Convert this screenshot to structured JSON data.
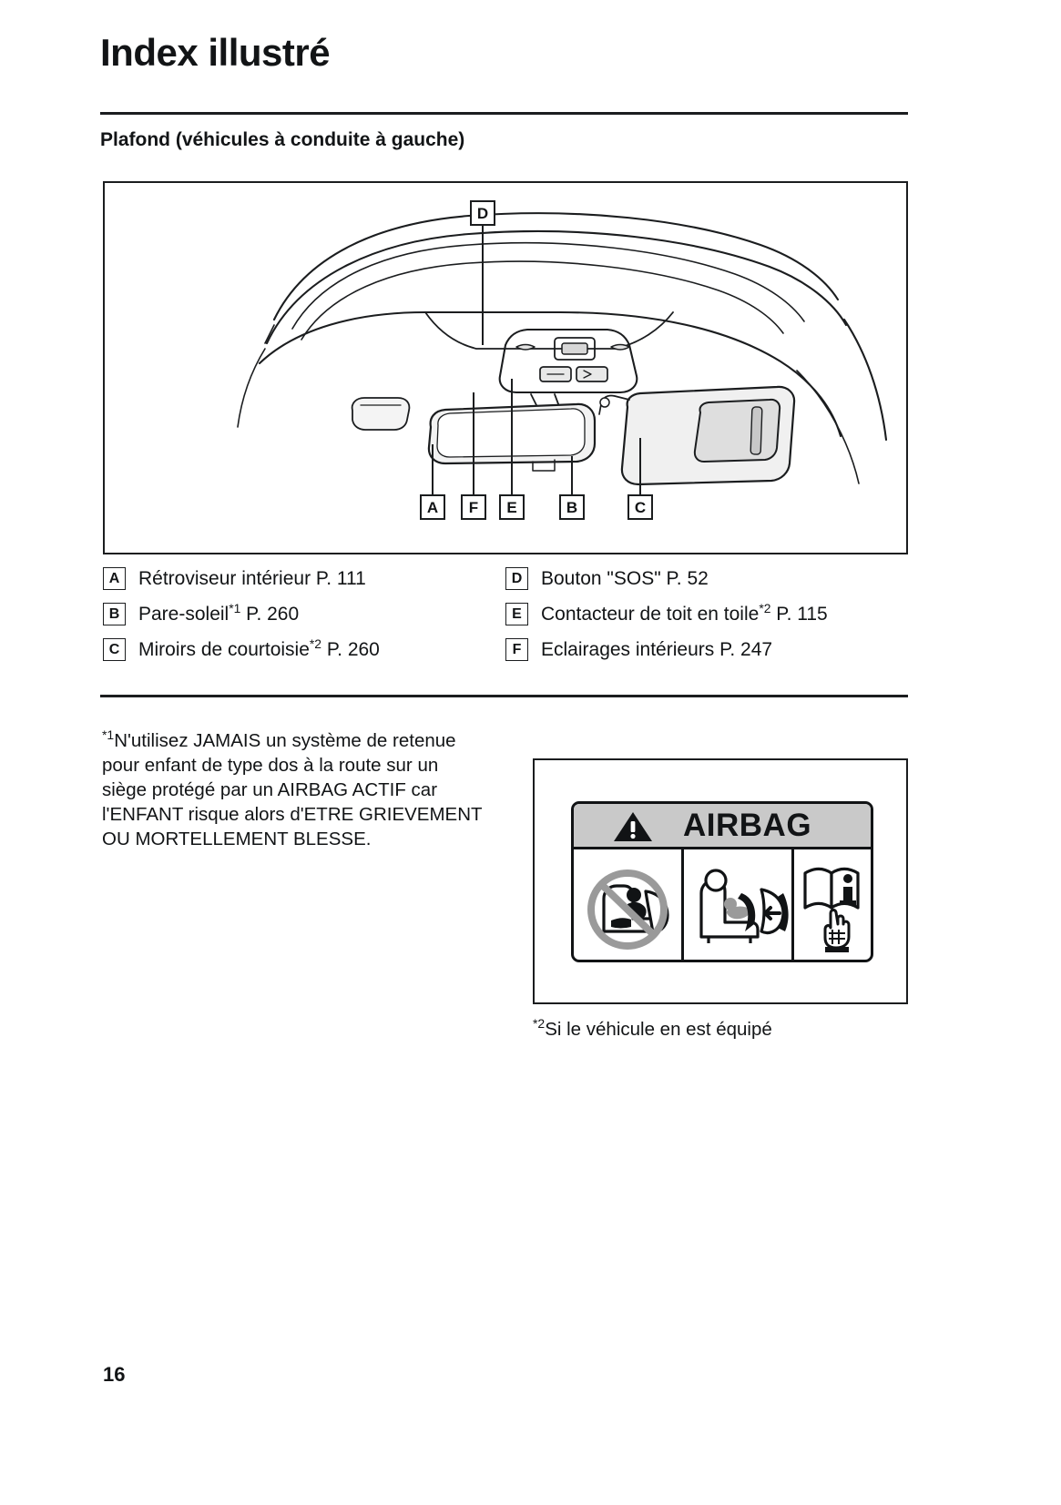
{
  "document": {
    "title": "Index illustré",
    "section_title": "Plafond (véhicules à conduite à gauche)",
    "page_number": "16"
  },
  "figure": {
    "name": "ceiling-overhead-console-diagram",
    "callouts": [
      {
        "letter": "D",
        "position": "top"
      },
      {
        "letter": "A",
        "position": "bottom"
      },
      {
        "letter": "F",
        "position": "bottom"
      },
      {
        "letter": "E",
        "position": "bottom"
      },
      {
        "letter": "B",
        "position": "bottom"
      },
      {
        "letter": "C",
        "position": "bottom"
      }
    ]
  },
  "legend": {
    "left_column": [
      {
        "letter": "A",
        "label": "Rétroviseur intérieur P. 111",
        "text_before": "Rétroviseur intérieur P. 111",
        "footnote": "",
        "text_after": ""
      },
      {
        "letter": "B",
        "label": "Pare-soleil*1 P. 260",
        "text_before": "Pare-soleil",
        "footnote": "*1",
        "text_after": " P. 260"
      },
      {
        "letter": "C",
        "label": "Miroirs de courtoisie*2 P. 260",
        "text_before": "Miroirs de courtoisie",
        "footnote": "*2",
        "text_after": " P. 260"
      }
    ],
    "right_column": [
      {
        "letter": "D",
        "label": "Bouton \"SOS\" P. 52",
        "text_before": "Bouton \"SOS\" P. 52",
        "footnote": "",
        "text_after": ""
      },
      {
        "letter": "E",
        "label": "Contacteur de toit en toile*2 P. 115",
        "text_before": "Contacteur de toit en toile",
        "footnote": "*2",
        "text_after": " P. 115"
      },
      {
        "letter": "F",
        "label": "Eclairages intérieurs P. 247",
        "text_before": "Eclairages intérieurs P. 247",
        "footnote": "",
        "text_after": ""
      }
    ]
  },
  "footnotes": {
    "one_marker": "*1",
    "one_text": "N'utilisez JAMAIS un système de retenue pour enfant de type dos à la route sur un siège protégé par un AIRBAG ACTIF car l'ENFANT risque alors d'ETRE GRIEVEMENT OU MORTELLEMENT BLESSE.",
    "two_marker": "*2",
    "two_text": "Si le véhicule en est équipé"
  },
  "airbag_label": {
    "heading": "AIRBAG",
    "warning_icon": "warning-triangle-icon",
    "panels": [
      {
        "icon": "no-rear-facing-child-seat-icon"
      },
      {
        "icon": "airbag-deployment-seat-icon"
      },
      {
        "icon": "owners-manual-book-icon"
      }
    ],
    "header_color": "#c9c9c9",
    "border_color": "#111315"
  }
}
